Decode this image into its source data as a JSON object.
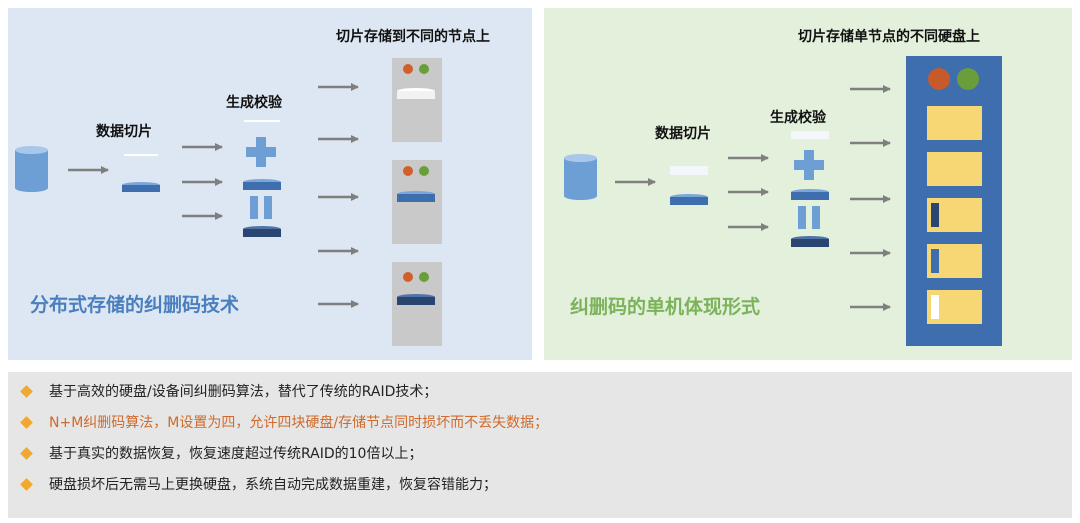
{
  "left": {
    "title": "分布式存储的纠删码技术",
    "title_color": "#4a7fbf",
    "slice_label": "数据切片",
    "check_label": "生成校验",
    "dest_label": "切片存储到不同的节点上"
  },
  "right": {
    "title": "纠删码的单机体现形式",
    "title_color": "#7cb35a",
    "slice_label": "数据切片",
    "check_label": "生成校验",
    "dest_label": "切片存储单节点的不同硬盘上"
  },
  "bullets": [
    {
      "text": "基于高效的硬盘/设备间纠删码算法，替代了传统的RAID技术；",
      "color": "#222222"
    },
    {
      "text": "N+M纠删码算法，M设置为四，允许四块硬盘/存储节点同时损坏而不丢失数据；",
      "color": "#d06a2a"
    },
    {
      "text": "基于真实的数据恢复，恢复速度超过传统RAID的10倍以上；",
      "color": "#222222"
    },
    {
      "text": "硬盘损坏后无需马上更换硬盘，系统自动完成数据重建，恢复容错能力；",
      "color": "#222222"
    }
  ],
  "colors": {
    "accent_orange": "#f0a830",
    "disk_blue": "#6e9fd4",
    "disk_dark": "#2f5f95",
    "server_gray": "#c9c9c9",
    "rack_blue": "#3e6eae",
    "drive_yellow": "#f7d774"
  },
  "icons": [
    "database-icon",
    "plus-icon",
    "parity-bars-icon",
    "arrow-icon",
    "server-icon",
    "rack-icon"
  ]
}
